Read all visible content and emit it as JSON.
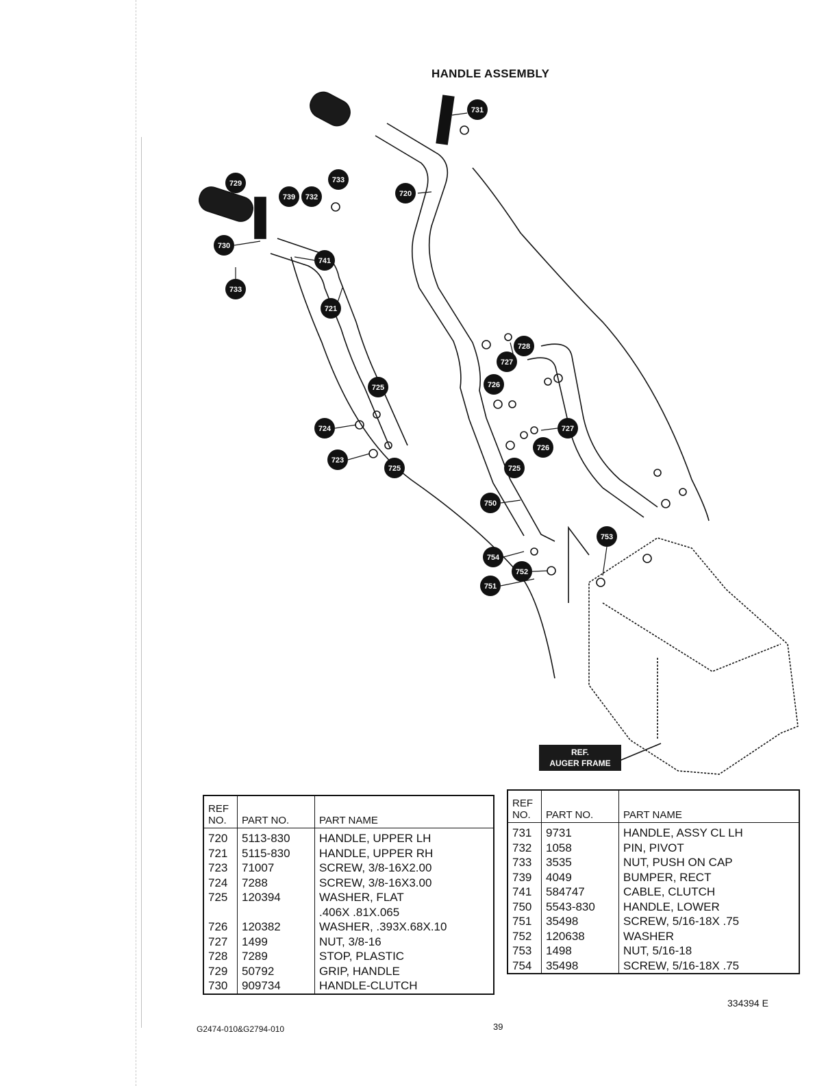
{
  "page": {
    "title": "HANDLE ASSEMBLY",
    "footer_left": "G2474-010&G2794-010",
    "page_number": "39",
    "doc_code": "334394 E"
  },
  "diagram": {
    "ref_label_line1": "REF.",
    "ref_label_line2": "AUGER FRAME",
    "callouts": [
      "731",
      "729",
      "739",
      "732",
      "733",
      "720",
      "730",
      "741",
      "733",
      "721",
      "728",
      "727",
      "726",
      "725",
      "724",
      "727",
      "726",
      "723",
      "725",
      "725",
      "750",
      "753",
      "754",
      "752",
      "751"
    ]
  },
  "headers": {
    "ref": [
      "REF",
      "NO."
    ],
    "part_no": "PART NO.",
    "part_name": "PART NAME"
  },
  "table_left": [
    {
      "ref": "720",
      "part_no": "5113-830",
      "name": "HANDLE, UPPER LH"
    },
    {
      "ref": "721",
      "part_no": "5115-830",
      "name": "HANDLE, UPPER RH"
    },
    {
      "ref": "723",
      "part_no": "71007",
      "name": "SCREW, 3/8-16X2.00"
    },
    {
      "ref": "724",
      "part_no": "7288",
      "name": "SCREW, 3/8-16X3.00"
    },
    {
      "ref": "725",
      "part_no": "120394",
      "name": "WASHER, FLAT",
      "name2": ".406X .81X.065"
    },
    {
      "ref": "726",
      "part_no": "120382",
      "name": "WASHER, .393X.68X.10"
    },
    {
      "ref": "727",
      "part_no": "1499",
      "name": "NUT, 3/8-16"
    },
    {
      "ref": "728",
      "part_no": "7289",
      "name": "STOP, PLASTIC"
    },
    {
      "ref": "729",
      "part_no": "50792",
      "name": "GRIP, HANDLE"
    },
    {
      "ref": "730",
      "part_no": "909734",
      "name": "HANDLE-CLUTCH"
    }
  ],
  "table_right": [
    {
      "ref": "731",
      "part_no": "9731",
      "name": "HANDLE, ASSY CL LH"
    },
    {
      "ref": "732",
      "part_no": "1058",
      "name": "PIN, PIVOT"
    },
    {
      "ref": "733",
      "part_no": "3535",
      "name": "NUT, PUSH ON CAP"
    },
    {
      "ref": "739",
      "part_no": "4049",
      "name": "BUMPER, RECT"
    },
    {
      "ref": "741",
      "part_no": "584747",
      "name": "CABLE, CLUTCH"
    },
    {
      "ref": "750",
      "part_no": "5543-830",
      "name": "HANDLE, LOWER"
    },
    {
      "ref": "751",
      "part_no": "35498",
      "name": "SCREW, 5/16-18X .75"
    },
    {
      "ref": "752",
      "part_no": "120638",
      "name": "WASHER"
    },
    {
      "ref": "753",
      "part_no": "1498",
      "name": "NUT, 5/16-18"
    },
    {
      "ref": "754",
      "part_no": "35498",
      "name": "SCREW, 5/16-18X .75"
    }
  ]
}
